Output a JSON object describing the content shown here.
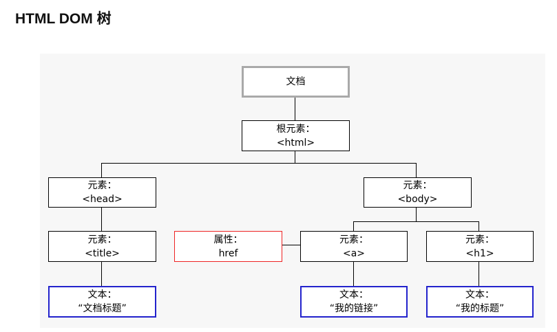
{
  "page": {
    "title": "HTML DOM 树"
  },
  "diagram": {
    "nodes": {
      "document": {
        "line1": "文档"
      },
      "root": {
        "line1": "根元素：",
        "line2": "<html>"
      },
      "head": {
        "line1": "元素：",
        "line2": "<head>"
      },
      "body": {
        "line1": "元素：",
        "line2": "<body>"
      },
      "title_el": {
        "line1": "元素：",
        "line2": "<title>"
      },
      "attribute": {
        "line1": "属性：",
        "line2": "href"
      },
      "a_el": {
        "line1": "元素：",
        "line2": "<a>"
      },
      "h1_el": {
        "line1": "元素：",
        "line2": "<h1>"
      },
      "title_text": {
        "line1": "文本：",
        "line2": "“文档标题”"
      },
      "a_text": {
        "line1": "文本：",
        "line2": "“我的链接”"
      },
      "h1_text": {
        "line1": "文本：",
        "line2": "“我的标题”"
      }
    },
    "colors": {
      "document_border": "#a9a9a9",
      "element_border": "#000000",
      "attribute_border": "#ee2222",
      "text_border": "#2222cc",
      "connector": "#000000",
      "panel_background": "#f7f7f7"
    }
  }
}
